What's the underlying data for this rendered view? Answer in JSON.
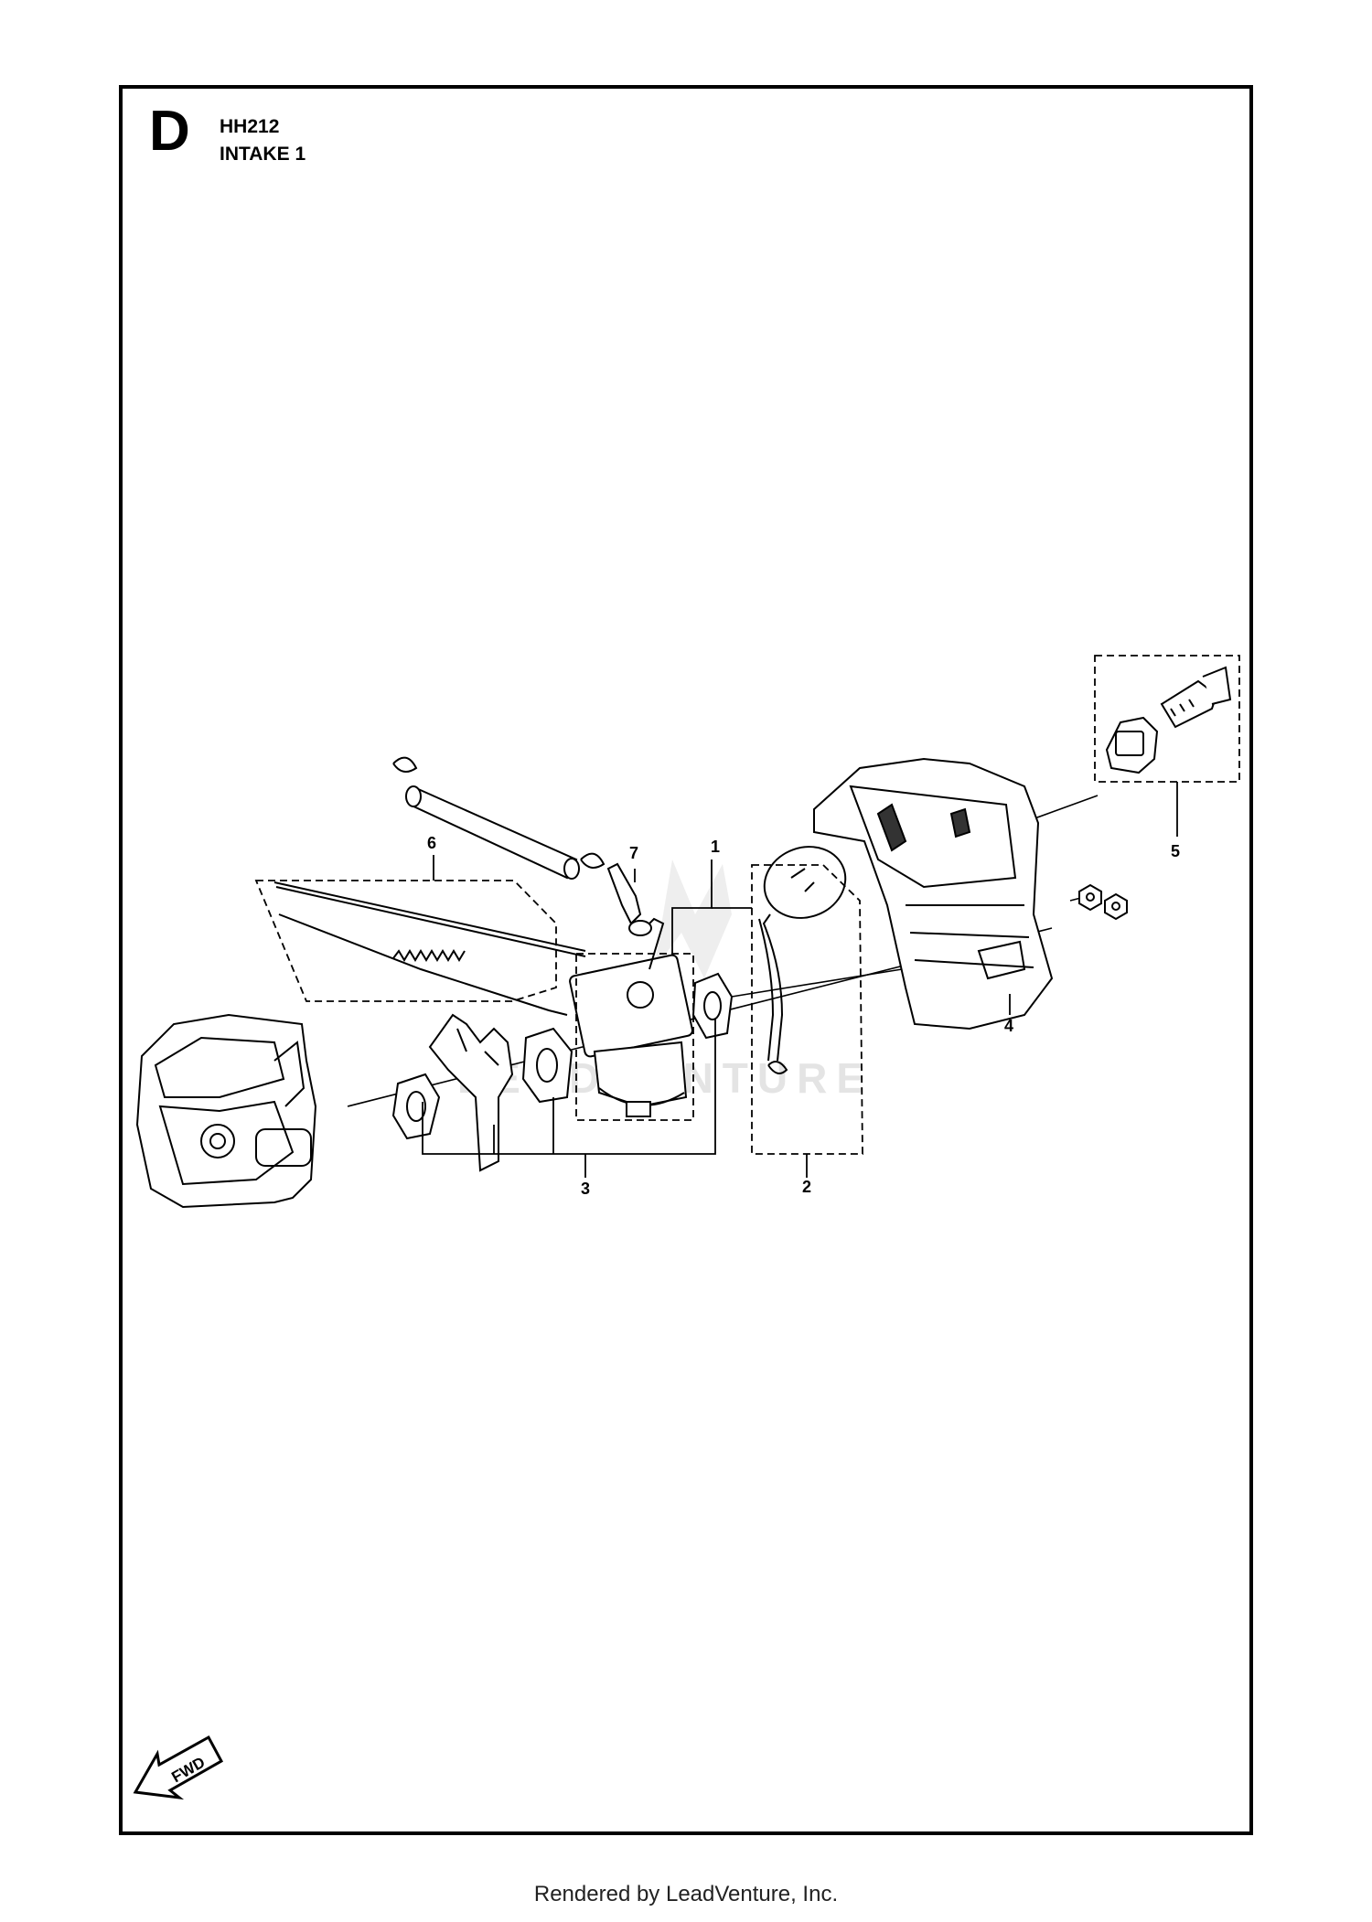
{
  "section_letter": "D",
  "model": "HH212",
  "subtitle": "INTAKE 1",
  "fwd_label": "FWD",
  "watermark": "LEADVENTURE",
  "footer": "Rendered by LeadVenture, Inc.",
  "callouts": [
    {
      "id": "1",
      "label": "1"
    },
    {
      "id": "2",
      "label": "2"
    },
    {
      "id": "3",
      "label": "3"
    },
    {
      "id": "4",
      "label": "4"
    },
    {
      "id": "5",
      "label": "5"
    },
    {
      "id": "6",
      "label": "6"
    },
    {
      "id": "7",
      "label": "7"
    }
  ]
}
